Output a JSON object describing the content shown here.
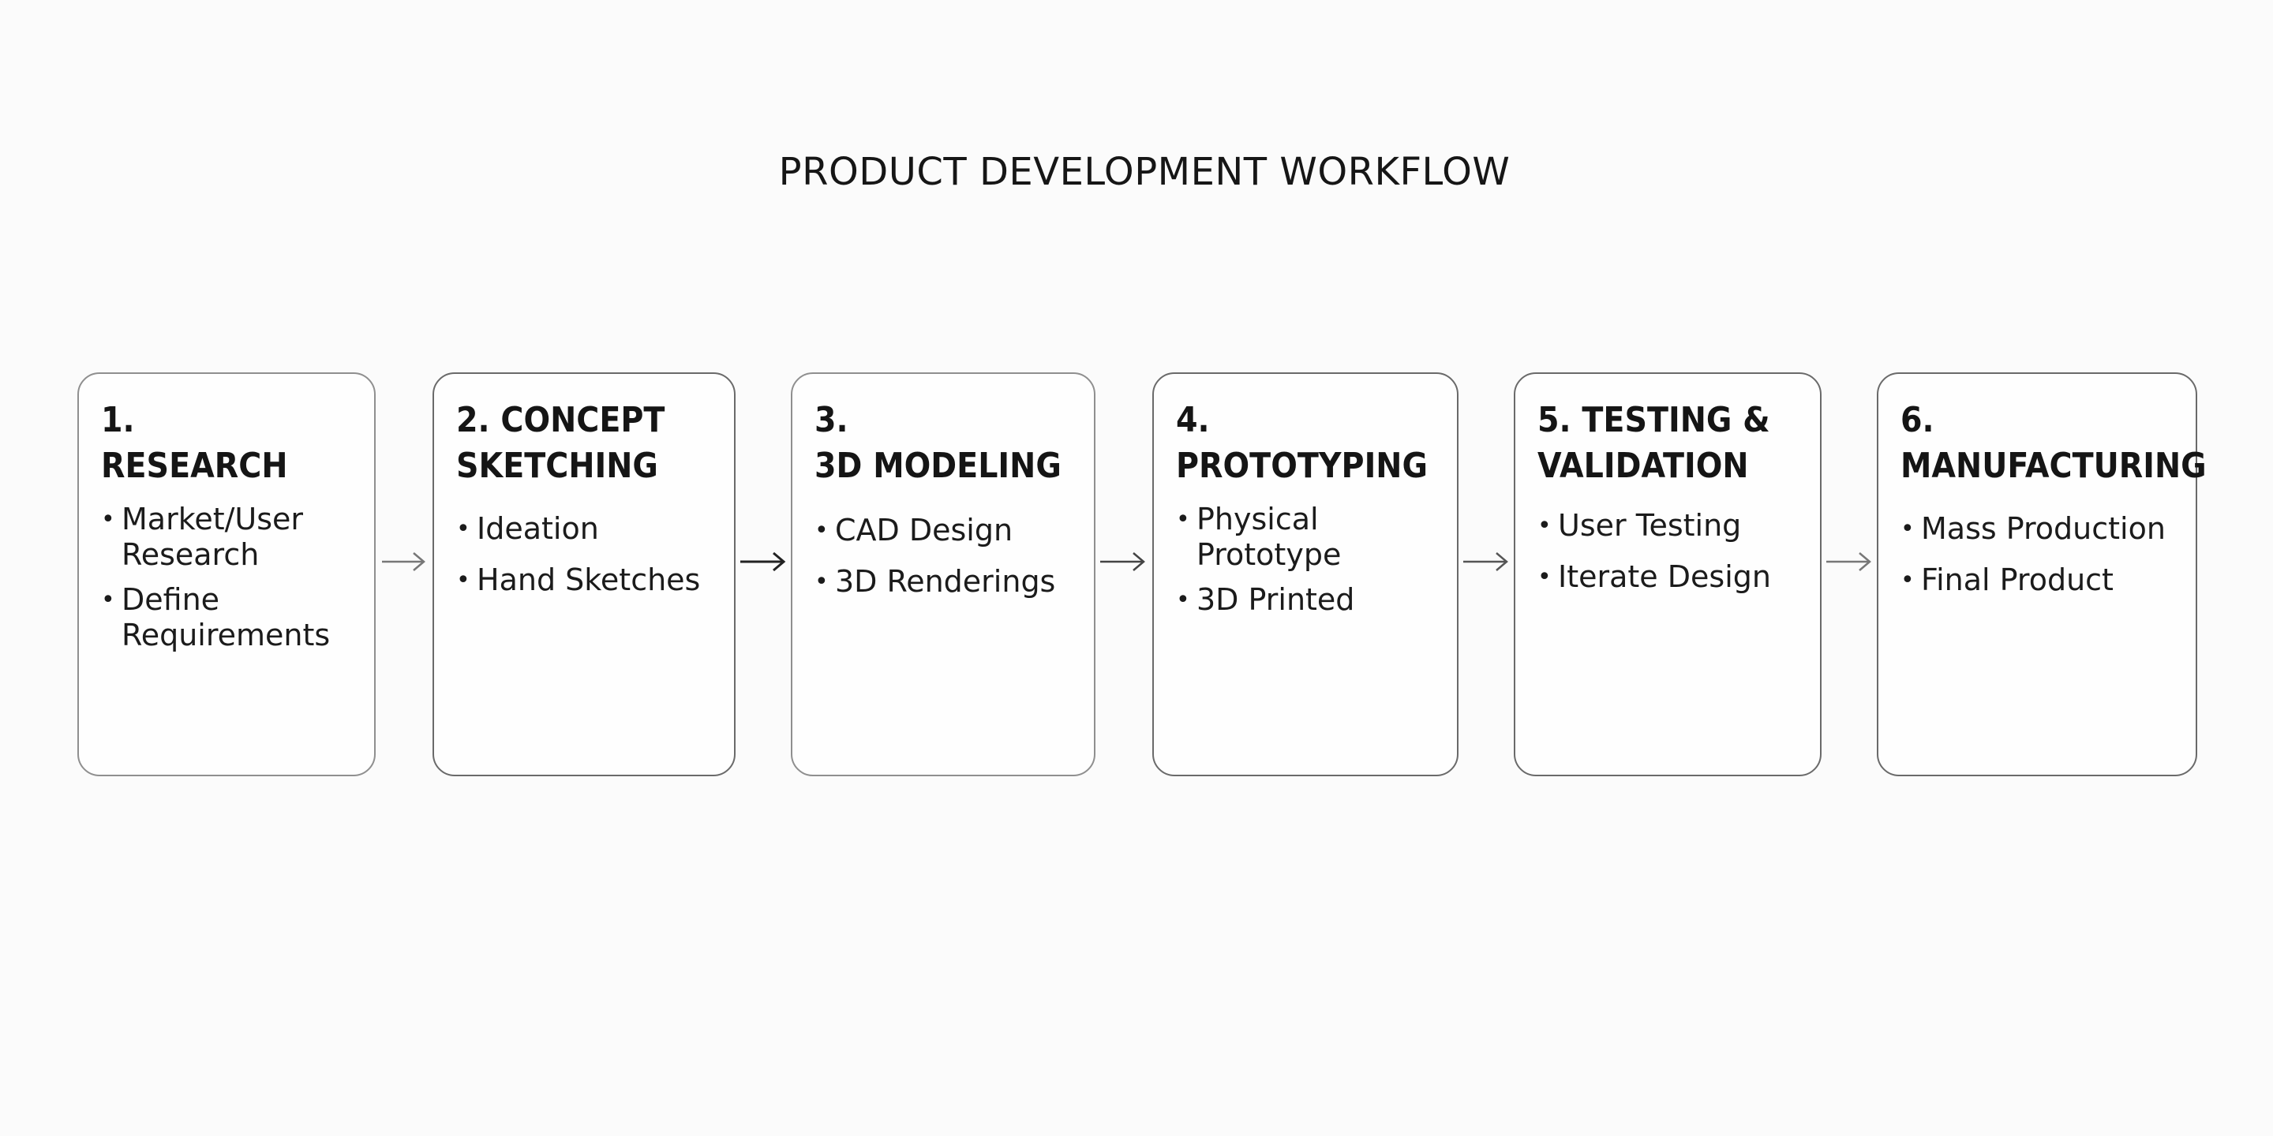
{
  "diagram": {
    "title": "PRODUCT DEVELOPMENT WORKFLOW",
    "steps": [
      {
        "title": "1.\nRESEARCH",
        "bullets": [
          "Market/User\nResearch",
          "Define\nRequirements"
        ]
      },
      {
        "title": "2. CONCEPT\nSKETCHING",
        "bullets": [
          "Ideation",
          "Hand Sketches"
        ]
      },
      {
        "title": "3.\n3D MODELING",
        "bullets": [
          "CAD Design",
          "3D Renderings"
        ]
      },
      {
        "title": "4.\nPROTOTYPING",
        "bullets": [
          "Physical\nPrototype",
          "3D Printed"
        ]
      },
      {
        "title": "5. TESTING &\nVALIDATION",
        "bullets": [
          "User Testing",
          "Iterate Design"
        ]
      },
      {
        "title": "6.\nMANUFACTURING",
        "bullets": [
          "Mass Production",
          "Final Product"
        ]
      }
    ],
    "bullet_symbol": "•",
    "colors": {
      "box_border": "#8f8f8f",
      "text": "#151515",
      "arrow": "#555555"
    }
  }
}
